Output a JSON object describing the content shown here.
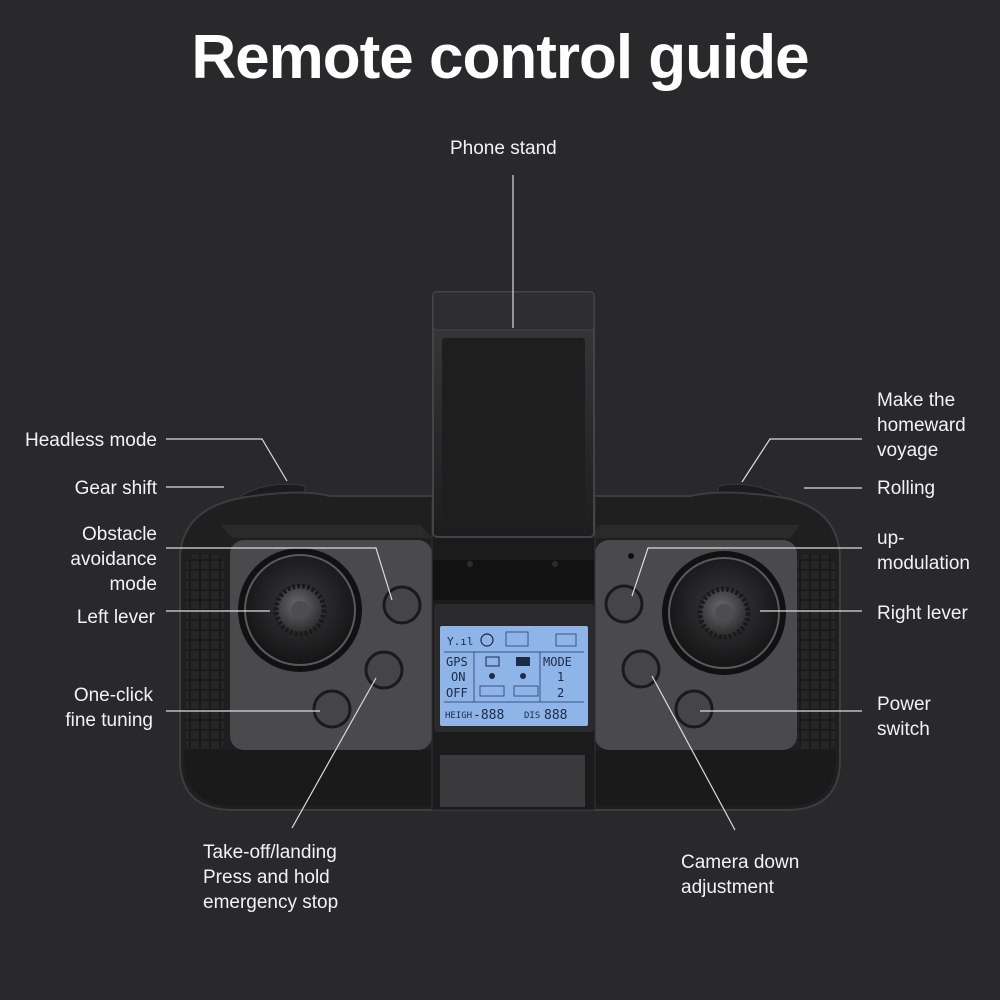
{
  "title": "Remote control guide",
  "labels": {
    "phone_stand": "Phone stand",
    "headless_mode": "Headless mode",
    "gear_shift": "Gear shift",
    "obstacle_avoidance": "Obstacle\navoidance\nmode",
    "left_lever": "Left lever",
    "one_click": "One-click\nfine tuning",
    "takeoff": "Take-off/landing\nPress and hold\nemergency stop",
    "homeward": "Make the\nhomeward\nvoyage",
    "rolling": "Rolling",
    "up_modulation": "up-\nmodulation",
    "right_lever": "Right lever",
    "power_switch": "Power\nswitch",
    "camera_down": "Camera down\nadjustment"
  },
  "lcd": {
    "gps": "GPS",
    "on": "ON",
    "off": "OFF",
    "mode": "MODE",
    "mode_1": "1",
    "mode_2": "2",
    "height": "HEIGH",
    "height_value": "-888",
    "dis": "DIS",
    "dis_value": "888"
  },
  "colors": {
    "background": "#29292b",
    "body": "#1f1f20",
    "panel": "#4a4a4c",
    "lcd": "#8fb4e8",
    "leader_line": "#dcdcdc"
  }
}
